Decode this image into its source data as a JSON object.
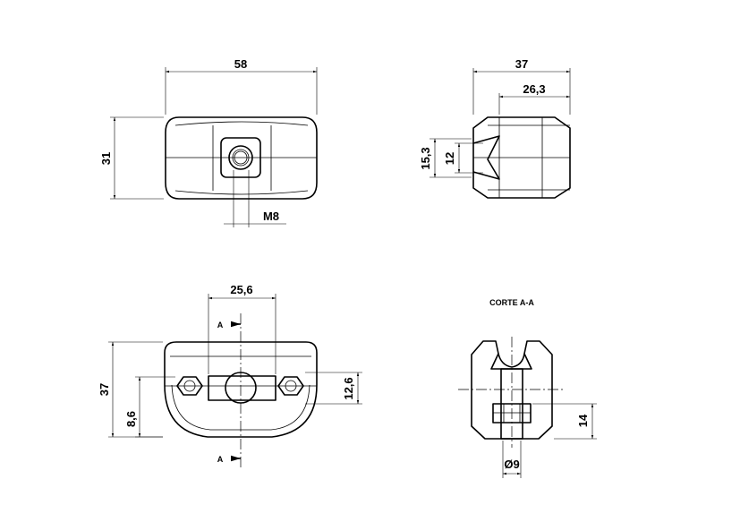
{
  "top_view": {
    "width_label": "58",
    "height_label": "31",
    "thread_label": "M8"
  },
  "side_view": {
    "width_label": "37",
    "inner_width_label": "26,3",
    "outer_slot_label": "15,3",
    "inner_slot_label": "12"
  },
  "front_view": {
    "spacing_label": "25,6",
    "height_label": "37",
    "slot_height_label": "12,6",
    "center_height_label": "8,6",
    "section_top_label": "A",
    "section_bottom_label": "A"
  },
  "section_view": {
    "title": "CORTE A-A",
    "height_label": "14",
    "diameter_label": "Ø9"
  }
}
